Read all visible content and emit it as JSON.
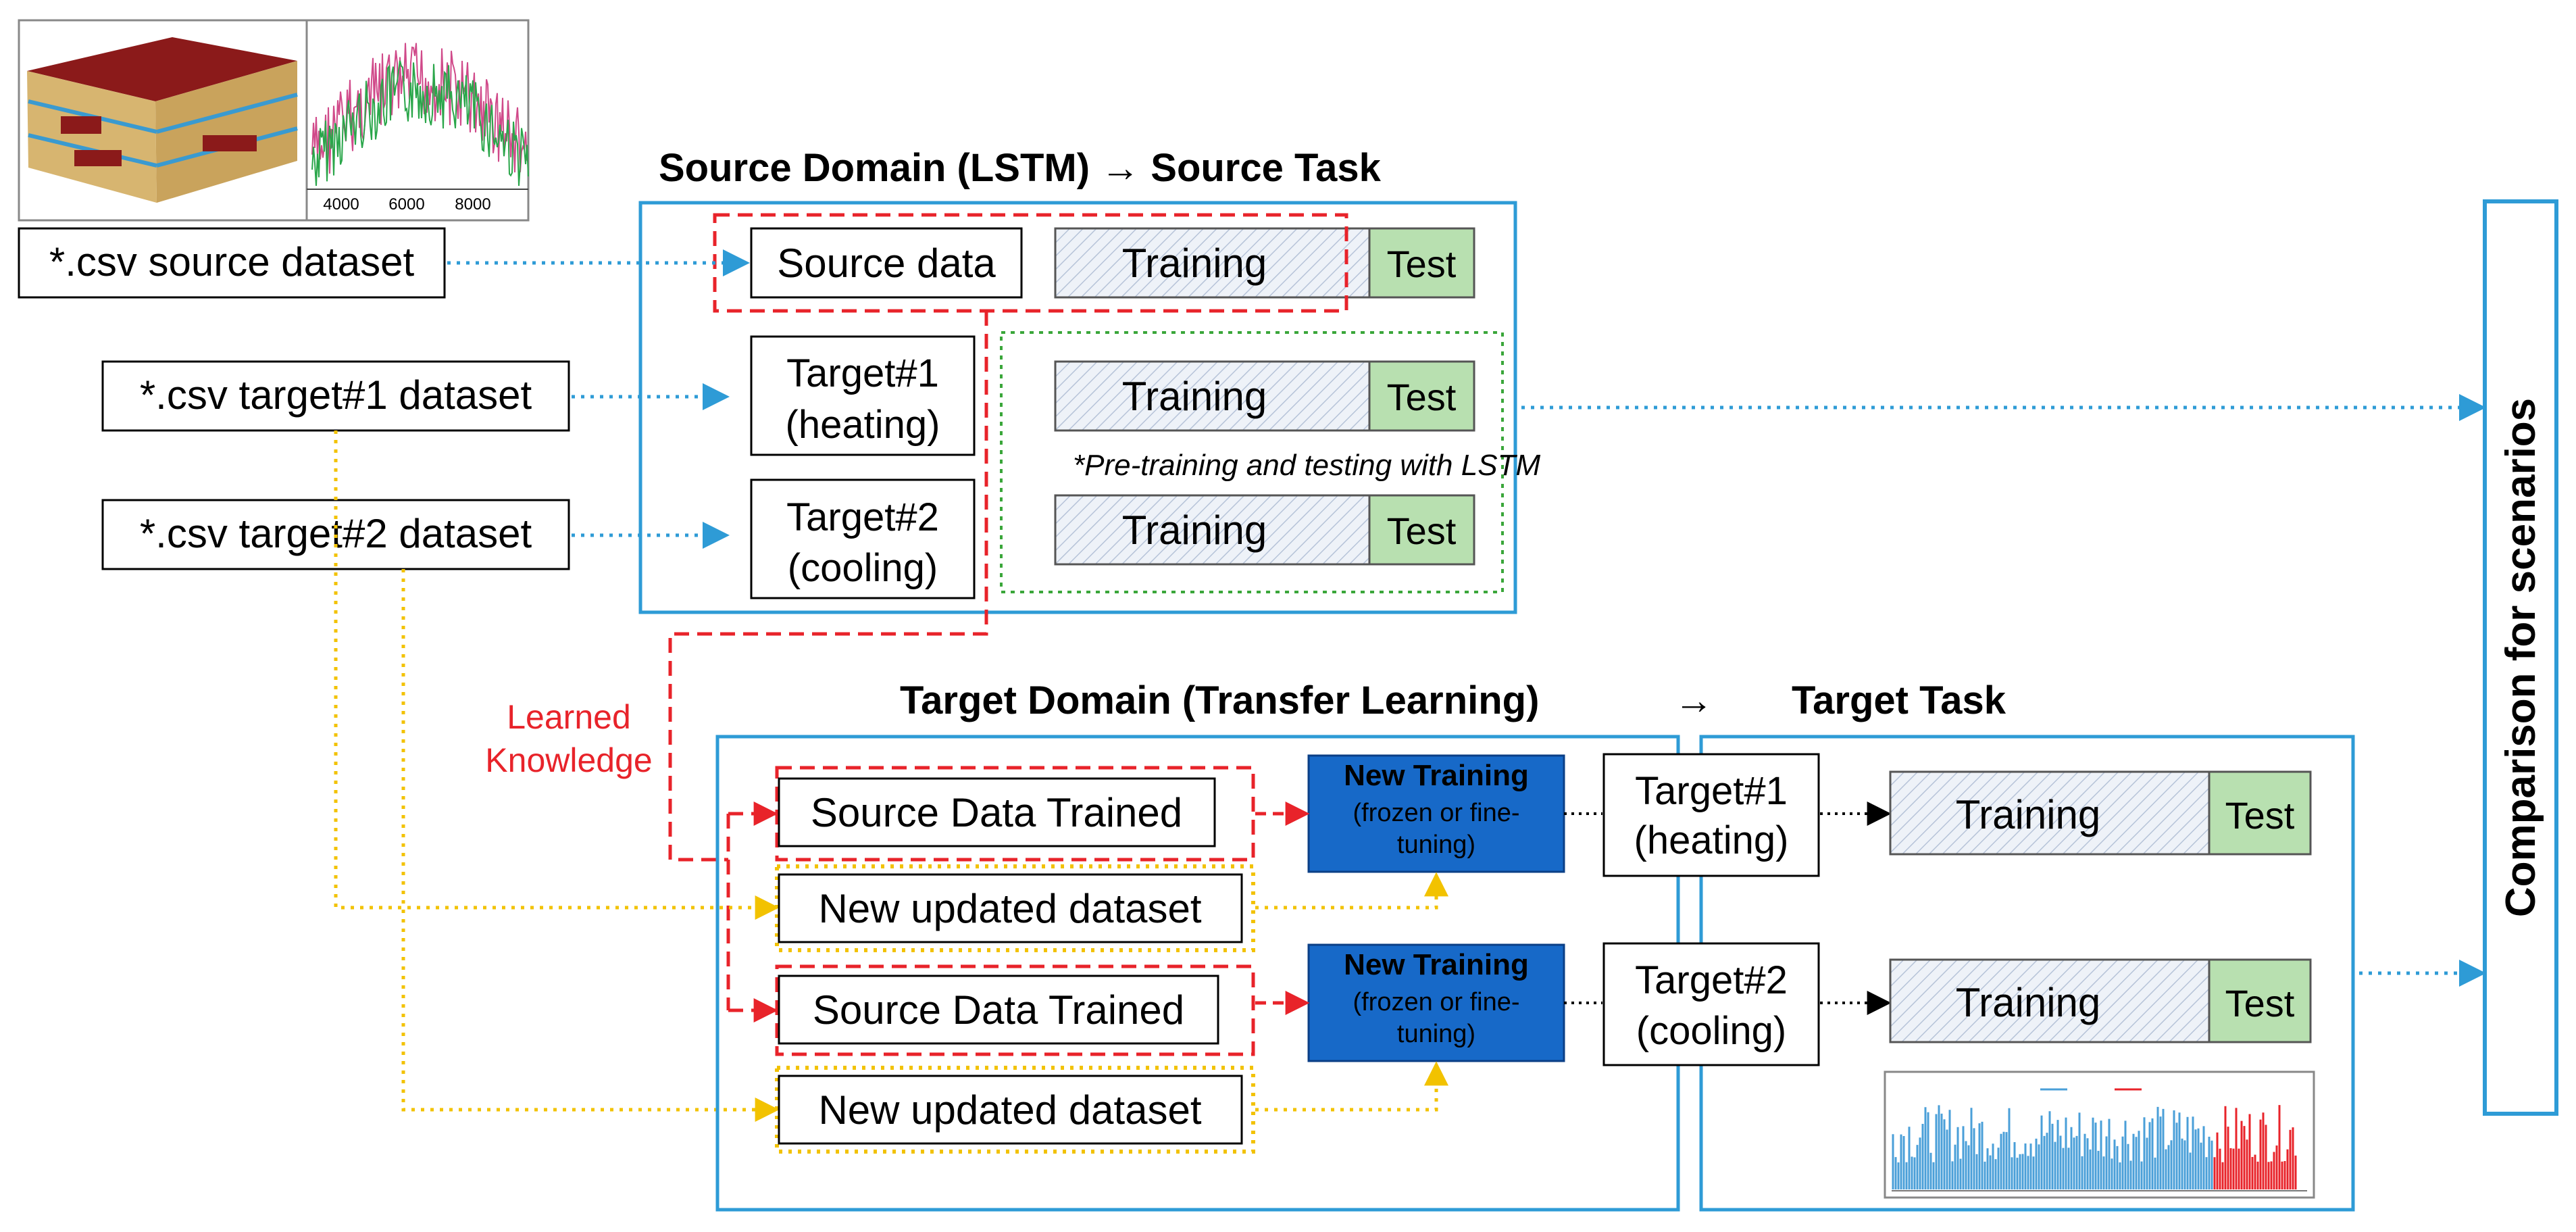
{
  "source": {
    "heading": "Source Domain (LSTM) → Source Task",
    "source_data": "Source data",
    "target1_line1": "Target#1",
    "target1_line2": "(heating)",
    "target2_line1": "Target#2",
    "target2_line2": "(cooling)",
    "training": "Training",
    "test": "Test",
    "note": "*Pre-training and testing with LSTM"
  },
  "inputs": {
    "source_csv": "*.csv source dataset",
    "target1_csv": "*.csv target#1 dataset",
    "target2_csv": "*.csv target#2 dataset"
  },
  "thumbnail": {
    "ticks": [
      "4000",
      "6000",
      "8000"
    ]
  },
  "learned": {
    "line1": "Learned",
    "line2": "Knowledge"
  },
  "target": {
    "heading_domain": "Target Domain (Transfer Learning)",
    "heading_arrow": "→",
    "heading_task": "Target Task",
    "source_trained": "Source Data Trained",
    "new_dataset": "New updated dataset",
    "new_training_title": "New Training",
    "new_training_l2": "(frozen or fine-",
    "new_training_l3": "tuning)",
    "target1_line1": "Target#1",
    "target1_line2": "(heating)",
    "target2_line1": "Target#2",
    "target2_line2": "(cooling)",
    "training": "Training",
    "test": "Test"
  },
  "comparison": "Comparison for scenarios",
  "colors": {
    "blue_frame": "#2e9bd6",
    "red_dash": "#e8232a",
    "yellow_dot": "#f2c200",
    "green_dot": "#3aa63a",
    "new_training_fill": "#1769c8",
    "test_fill": "#b8e0b0"
  }
}
